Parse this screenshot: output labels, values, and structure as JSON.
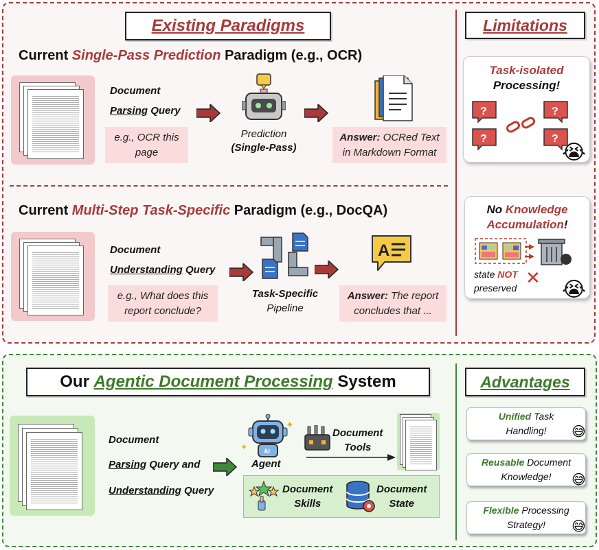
{
  "top": {
    "title": "Existing Paradigms",
    "limitations_title": "Limitations",
    "row1": {
      "heading_pre": "Current ",
      "heading_hl": "Single-Pass Prediction",
      "heading_post": " Paradigm (e.g., OCR)",
      "query_line1": "Document",
      "query_line2": "Parsing",
      "query_line2_rest": " Query",
      "example": "e.g., OCR this page",
      "step_line1": "Prediction",
      "step_line2": "(Single-Pass)",
      "answer_bold": "Answer:",
      "answer_rest": " OCRed Text in Markdown Format"
    },
    "row2": {
      "heading_pre": "Current ",
      "heading_hl": "Multi-Step Task-Specific",
      "heading_post": " Paradigm (e.g., DocQA)",
      "query_line1": "Document",
      "query_line2": "Understanding",
      "query_line2_rest": " Query",
      "example": "e.g., What does this report conclude?",
      "step_line1": "Task-Specific",
      "step_line2": "Pipeline",
      "answer_bold": "Answer:",
      "answer_rest": " The report concludes that ..."
    },
    "limit1": {
      "line1": "Task-isolated",
      "line2": "Processing!"
    },
    "limit2": {
      "w1": "No ",
      "w2": "Knowledge",
      "w3": "Accumulation",
      "w4": "!",
      "state_a": "state ",
      "state_b": "NOT",
      "state_c": "preserved"
    }
  },
  "bottom": {
    "title_pre": "Our ",
    "title_hl": "Agentic Document Processing",
    "title_post": " System",
    "advantages_title": "Advantages",
    "query_line1": "Document",
    "query_line2a": "Parsing",
    "query_line2b": " Query and",
    "query_line3a": "Understanding",
    "query_line3b": " Query",
    "agent": "Agent",
    "tools_line1": "Document",
    "tools_line2": "Tools",
    "skills_line1": "Document",
    "skills_line2": "Skills",
    "state_line1": "Document",
    "state_line2": "State",
    "adv1_g": "Unified",
    "adv1_rest": " Task",
    "adv1_l2": "Handling!",
    "adv2_g": "Reusable",
    "adv2_rest": " Document",
    "adv2_l2": "Knowledge!",
    "adv3_g": "Flexible",
    "adv3_rest": " Processing",
    "adv3_l2": "Strategy!"
  },
  "colors": {
    "red": "#a83a3a",
    "green": "#3d7a2a",
    "pink": "#fbdcdc",
    "arrow_red": "#a83a3a",
    "arrow_green": "#3d8a3a"
  },
  "icons": [
    "document-stack-icon",
    "robot-icon",
    "document-icon",
    "pipeline-icon",
    "speech-answer-icon",
    "question-bubble-icon",
    "broken-chain-icon",
    "crying-emoji-icon",
    "trash-icon",
    "cross-icon",
    "agent-robot-icon",
    "toolbox-icon",
    "skills-icon",
    "database-icon",
    "smile-emoji-icon"
  ]
}
